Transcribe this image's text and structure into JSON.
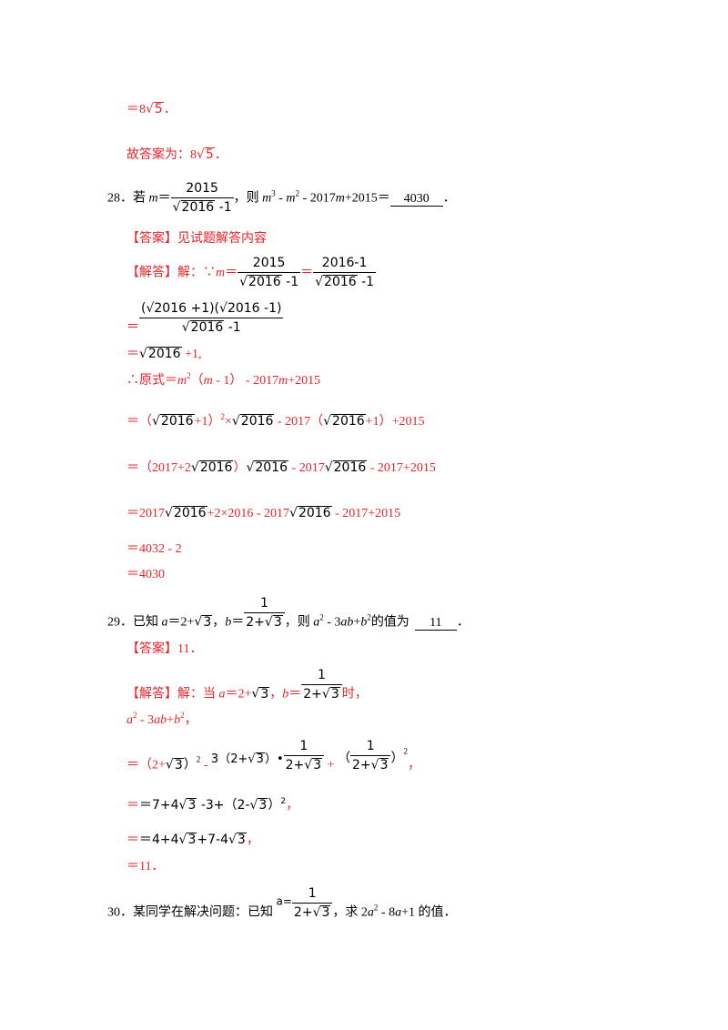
{
  "prev": {
    "l1": "＝8",
    "l2": "故答案为：8",
    "r5": "5",
    "end": "．"
  },
  "q28": {
    "num": "28．",
    "t1": "若",
    "m": "m",
    "eq": "＝",
    "frac_num": "2015",
    "rad": "2016",
    "minus1": " -1",
    "t2": "，则",
    "expr_a": " - ",
    "expr_b": " - 2017",
    "expr_c": "+2015＝",
    "answer": "4030",
    "end": "．",
    "ans_tag": "【答案】",
    "ans_text": "见试题解答内容",
    "sol_tag": "【解答】",
    "sol_t1": "解：∵",
    "sol_frac2_num": "2016-1",
    "step1_num": "(√2016 +1)(√2016 -1)",
    "step1_eq": "＝",
    "step2_eq": "＝",
    "step2_tail": " +1,",
    "step3": "∴原式＝",
    "step3_b": "（",
    "step3_c": " - 1）  - 2017",
    "step3_d": "+2015",
    "step4_a": "＝（",
    "step4_b": "+1）",
    "step4_c": "×",
    "step4_d": " - 2017（",
    "step4_e": "+1）+2015",
    "step5_a": "＝（2017+2",
    "step5_b": "）",
    "step5_c": " - 2017",
    "step5_d": " - 2017+2015",
    "step6_a": "＝2017",
    "step6_b": "+2×2016 - 2017",
    "step6_c": " - 2017+2015",
    "step7": "＝4032 - 2",
    "step8": "＝4030"
  },
  "q29": {
    "num": "29．",
    "t1": "已知 ",
    "a": "a",
    "b": "b",
    "eq": "＝",
    "two_plus": "2+",
    "r3": "3",
    "comma": "，",
    "one": "1",
    "t2": "，则 ",
    "expr_a": " - 3",
    "ab": "ab",
    "expr_b": "+",
    "t3": "的值为",
    "answer": "11",
    "end": "．",
    "ans_tag": "【答案】",
    "ans_text": "11．",
    "sol_tag": "【解答】",
    "sol_t1": "解：当 ",
    "sol_when": "时，",
    "l2_a": " - 3",
    "l2_b": "+",
    "l2_c": "，",
    "l3_a": "＝（2+",
    "l3_b": "）",
    "l3_c": " - ",
    "l3_d": "3（2+",
    "l3_e": "）•",
    "l3_f": " + ",
    "l3_g": "（",
    "l3_h": "）",
    "l3_end": "，",
    "l4_a": "＝7+4",
    "l4_b": " -3+（2-",
    "l4_c": "）",
    "l4_end": "，",
    "l5_a": "＝4+4",
    "l5_b": "+7-4",
    "l5_end": "，",
    "l6": "＝11．"
  },
  "q30": {
    "num": "30．",
    "t1": "某同学在解决问题：已知 ",
    "a": "a=",
    "t2": "，求 2",
    "t3": " - 8",
    "t4": "+1 的值．"
  }
}
